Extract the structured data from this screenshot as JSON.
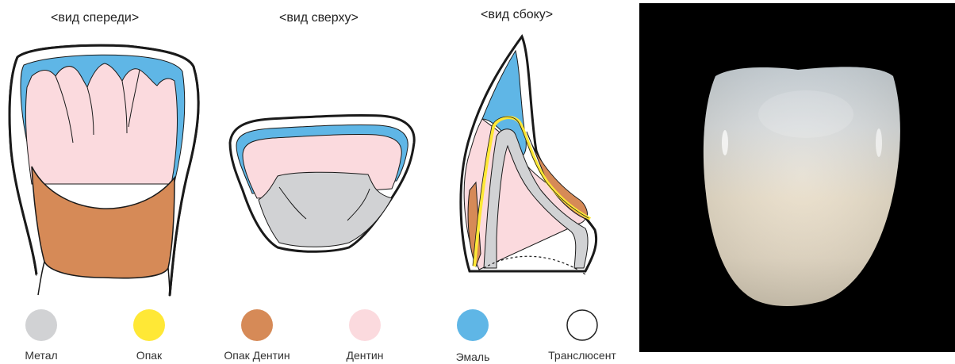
{
  "views": {
    "front": "<вид спереди>",
    "top": "<вид сверху>",
    "side": "<вид сбоку>"
  },
  "legend": [
    {
      "name": "metal",
      "label": "Метал",
      "color": "#d1d2d4",
      "stroke": "none"
    },
    {
      "name": "opaque",
      "label": "Опак",
      "color": "#ffe836",
      "stroke": "none"
    },
    {
      "name": "opaque-dentin",
      "label": "Опак Дентин",
      "color": "#d68a57",
      "stroke": "none"
    },
    {
      "name": "dentin",
      "label": "Дентин",
      "color": "#fbdade",
      "stroke": "none"
    },
    {
      "name": "enamel",
      "label": "Эмаль",
      "color": "#5fb6e6",
      "stroke": "none"
    },
    {
      "name": "translucent",
      "label": "Транслюсент",
      "color": "#ffffff",
      "stroke": "#222222"
    }
  ],
  "colors": {
    "outline": "#1a1a1a",
    "enamel": "#5fb6e6",
    "dentin": "#fbdade",
    "opaque_dentin": "#d68a57",
    "metal": "#d1d2d4",
    "opaque": "#ffe836",
    "photo_background": "#000000"
  }
}
